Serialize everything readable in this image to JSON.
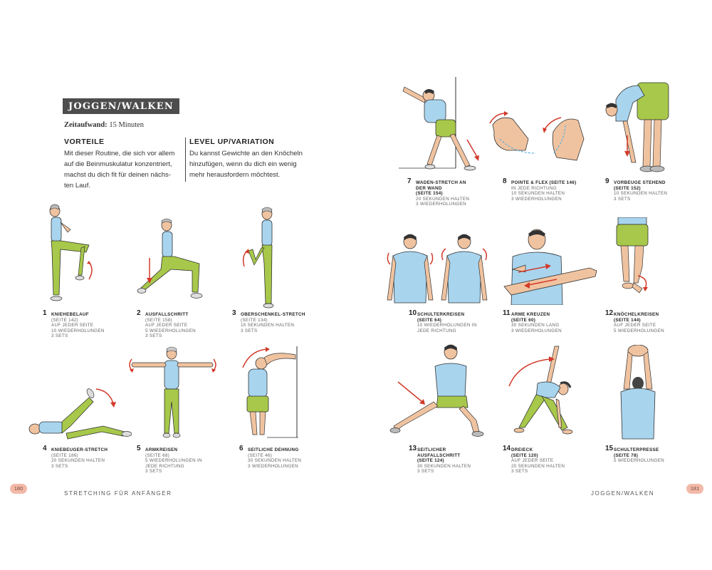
{
  "left": {
    "section_title": "JOGGEN/WALKEN",
    "time_label": "Zeitaufwand:",
    "time_value": "15 Minuten",
    "benefits_heading": "VORTEILE",
    "benefits_lines": [
      "Mit dieser Routine, die sich vor allem",
      "auf die Beinmuskulatur konzentriert,",
      "machst du dich fit für deinen nächs-",
      "ten Lauf."
    ],
    "level_heading": "LEVEL UP/VARIATION",
    "level_lines": [
      "Du kannst Gewichte an den Knöcheln",
      "hinzufügen, wenn du dich ein wenig",
      "mehr herausfordern möchtest."
    ],
    "page_number": "180",
    "footer": "STRETCHING FÜR ANFÄNGER"
  },
  "right": {
    "page_number": "181",
    "footer": "JOGGEN/WALKEN"
  },
  "exercises": [
    {
      "num": "1",
      "name": "KNIEHEBELAUF",
      "lines": [
        "(SEITE 142)",
        "AUF JEDER SEITE",
        "10 WIEDERHOLUNGEN",
        "3 SETS"
      ]
    },
    {
      "num": "2",
      "name": "AUSFALLSCHRITT",
      "lines": [
        "(SEITE 158)",
        "AUF JEDER SEITE",
        "5 WIEDERHOLUNGEN",
        "3 SETS"
      ]
    },
    {
      "num": "3",
      "name": "OBERSCHENKEL-STRETCH",
      "lines": [
        "(SEITE 134)",
        "15 SEKUNDEN HALTEN",
        "3 SETS"
      ]
    },
    {
      "num": "4",
      "name": "KNIEBEUGER-STRETCH",
      "lines": [
        "(SEITE 186)",
        "20 SEKUNDEN HALTEN",
        "3 SETS"
      ]
    },
    {
      "num": "5",
      "name": "ARMKREISEN",
      "lines": [
        "(SEITE 68)",
        "5 WIEDERHOLUNGEN IN",
        "JEDE RICHTUNG",
        "3 SETS"
      ]
    },
    {
      "num": "6",
      "name": "SEITLICHE DEHNUNG",
      "lines": [
        "(SEITE 46)",
        "30 SEKUNDEN HALTEN",
        "3 WIEDERHOLUNGEN"
      ]
    },
    {
      "num": "7",
      "name": "WADEN-STRETCH AN",
      "lines": [
        "DER WAND",
        "(SEITE 154)",
        "20 SEKUNDEN HALTEN",
        "3 WIEDERHOLUNGEN"
      ]
    },
    {
      "num": "8",
      "name": "POINTE & FLEX (SEITE 146)",
      "lines": [
        "IN JEDE RICHTUNG",
        "10 SEKUNDEN HALTEN",
        "3 WIEDERHOLUNGEN"
      ]
    },
    {
      "num": "9",
      "name": "VORBEUGE STEHEND",
      "lines": [
        "(SEITE 152)",
        "10 SEKUNDEN HALTEN",
        "3 SETS"
      ]
    },
    {
      "num": "10",
      "name": "SCHULTERKREISEN",
      "lines": [
        "(SEITE 64)",
        "10 WIEDERHOLUNGEN IN",
        "JEDE RICHTUNG"
      ]
    },
    {
      "num": "11",
      "name": "ARME KREUZEN",
      "lines": [
        "(SEITE 60)",
        "30 SEKUNDEN LANG",
        "3 WIEDERHOLUNGEN"
      ]
    },
    {
      "num": "12",
      "name": "KNÖCHELKREISEN",
      "lines": [
        "(SEITE 144)",
        "AUF JEDER SEITE",
        "5 WIEDERHOLUNGEN"
      ]
    },
    {
      "num": "13",
      "name": "SEITLICHER",
      "lines": [
        "AUSFALLSCHRITT",
        "(SEITE 124)",
        "30 SEKUNDEN HALTEN",
        "3 SETS"
      ]
    },
    {
      "num": "14",
      "name": "DREIECK",
      "lines": [
        "(SEITE 120)",
        "AUF JEDER SEITE",
        "20 SEKUNDEN HALTEN",
        "3 SETS"
      ]
    },
    {
      "num": "15",
      "name": "SCHULTERPRESSE",
      "lines": [
        "(SEITE 78)",
        "5 WIEDERHOLUNGEN"
      ]
    }
  ],
  "colors": {
    "shirt": "#a8d4ee",
    "pants": "#a7c84a",
    "skin": "#f0c3a0",
    "hair": "#2a2a2a",
    "arrow": "#d23a2a",
    "badge": "#f2b9a8"
  }
}
